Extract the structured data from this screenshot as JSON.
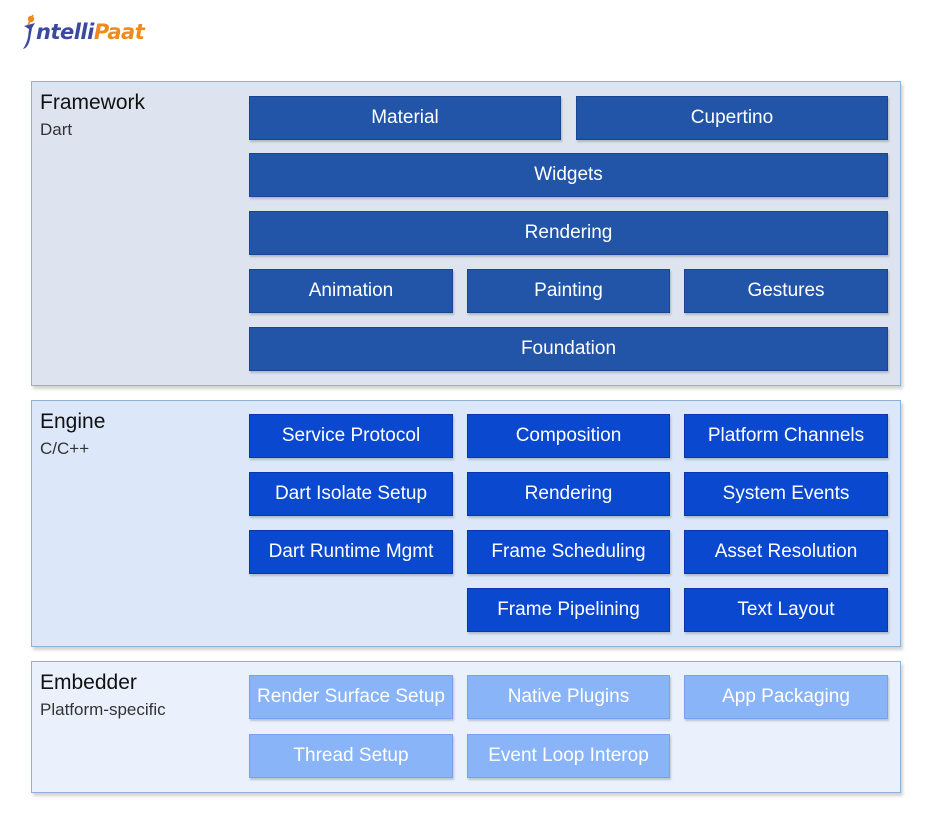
{
  "logo": {
    "part1": "ntelli",
    "part2": "Paat"
  },
  "framework": {
    "title": "Framework",
    "subtitle": "Dart",
    "boxes": [
      "Material",
      "Cupertino",
      "Widgets",
      "Rendering",
      "Animation",
      "Painting",
      "Gestures",
      "Foundation"
    ]
  },
  "engine": {
    "title": "Engine",
    "subtitle": "C/C++",
    "boxes": [
      "Service Protocol",
      "Composition",
      "Platform Channels",
      "Dart Isolate Setup",
      "Rendering",
      "System Events",
      "Dart Runtime Mgmt",
      "Frame Scheduling",
      "Asset Resolution",
      "Frame Pipelining",
      "Text Layout"
    ]
  },
  "embedder": {
    "title": "Embedder",
    "subtitle": "Platform-specific",
    "boxes": [
      "Render Surface Setup",
      "Native Plugins",
      "App Packaging",
      "Thread Setup",
      "Event Loop Interop"
    ]
  },
  "colors": {
    "framework_box": "#2254a8",
    "engine_box": "#0a48cf",
    "embedder_box": "#8ab4f8",
    "logo_primary": "#3b4aa0",
    "logo_accent": "#f08a1c"
  }
}
